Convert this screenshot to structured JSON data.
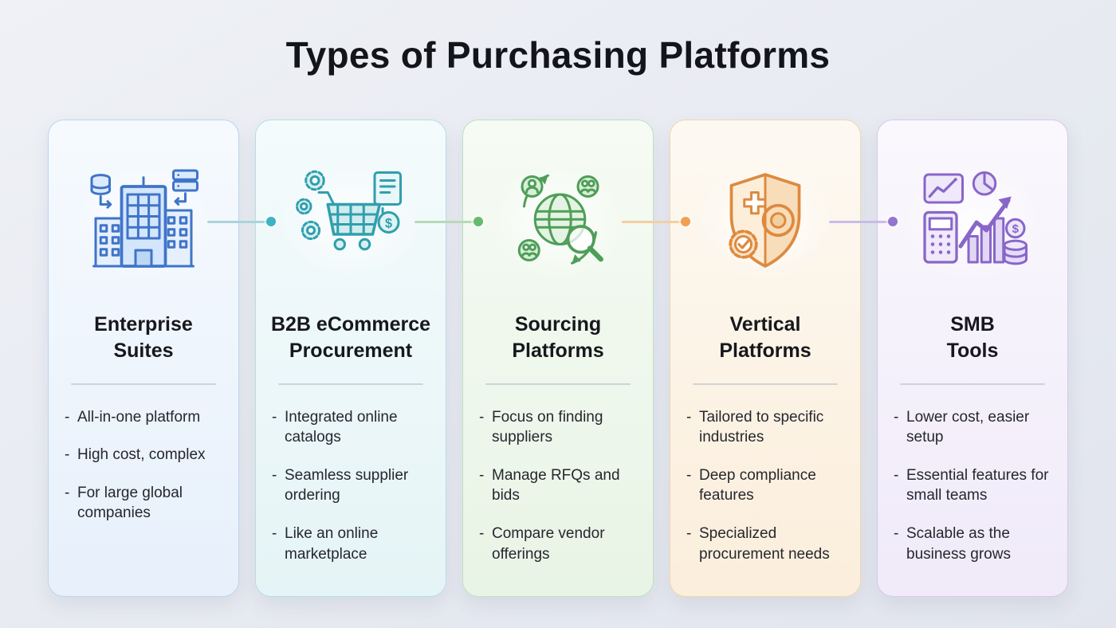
{
  "title": "Types of Purchasing Platforms",
  "glyphs": {
    "dollar": "$"
  },
  "cards": [
    {
      "icon": "enterprise-buildings",
      "title_line1": "Enterprise",
      "title_line2": "Suites",
      "bullets": [
        "All-in-one platform",
        "High cost, complex",
        "For large global companies"
      ],
      "colors": {
        "accent": "#3f74c9",
        "border": "#bcd4ef",
        "bg_top": "#f6fafe",
        "bg_bottom": "#e7f0fb"
      }
    },
    {
      "icon": "b2b-cart",
      "title_line1": "B2B eCommerce",
      "title_line2": "Procurement",
      "bullets": [
        "Integrated online catalogs",
        "Seamless supplier ordering",
        "Like an online marketplace"
      ],
      "colors": {
        "accent": "#2f9fae",
        "border": "#b7dde3",
        "bg_top": "#f4fbfc",
        "bg_bottom": "#e5f4f6"
      }
    },
    {
      "icon": "sourcing-globe",
      "title_line1": "Sourcing",
      "title_line2": "Platforms",
      "bullets": [
        "Focus on finding suppliers",
        "Manage RFQs and bids",
        "Compare vendor offerings"
      ],
      "colors": {
        "accent": "#4f9e58",
        "border": "#bfe0c1",
        "bg_top": "#f6fbf4",
        "bg_bottom": "#e8f4e6"
      }
    },
    {
      "icon": "vertical-shield",
      "title_line1": "Vertical",
      "title_line2": "Platforms",
      "bullets": [
        "Tailored to specific industries",
        "Deep compliance features",
        "Specialized procurement needs"
      ],
      "colors": {
        "accent": "#dd8a3f",
        "border": "#f0d6b0",
        "bg_top": "#fdf9f2",
        "bg_bottom": "#fbeedb"
      }
    },
    {
      "icon": "smb-tools",
      "title_line1": "SMB",
      "title_line2": "Tools",
      "bullets": [
        "Lower cost, easier setup",
        "Essential features for small teams",
        "Scalable as the business grows"
      ],
      "colors": {
        "accent": "#8866c9",
        "border": "#d5c9ec",
        "bg_top": "#faf8fd",
        "bg_bottom": "#f0eaf9"
      }
    }
  ],
  "connectors": [
    {
      "dot_color": "#3db3c4",
      "line_color": "#a9d4da"
    },
    {
      "dot_color": "#66bb6a",
      "line_color": "#b7d9b8"
    },
    {
      "dot_color": "#f0a050",
      "line_color": "#f2cfa4"
    },
    {
      "dot_color": "#9575cd",
      "line_color": "#c9bbe6"
    }
  ]
}
